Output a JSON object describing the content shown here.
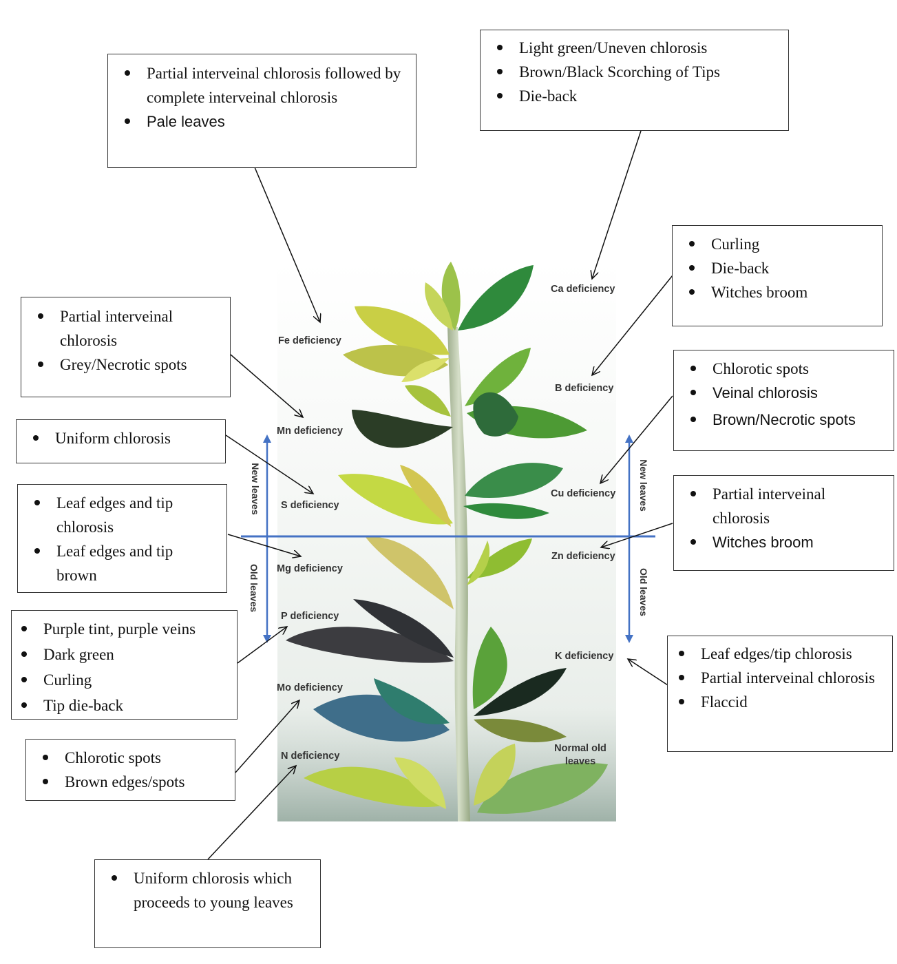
{
  "boxes": {
    "fe": {
      "items": [
        "Partial interveinal chlorosis followed by complete interveinal chlorosis",
        "Pale leaves"
      ]
    },
    "ca": {
      "items": [
        "Light green/Uneven chlorosis",
        "Brown/Black Scorching of Tips",
        "Die-back"
      ]
    },
    "b": {
      "items": [
        "Curling",
        "Die-back",
        "Witches broom"
      ]
    },
    "mn": {
      "items": [
        "Partial interveinal chlorosis",
        "Grey/Necrotic spots"
      ]
    },
    "cu": {
      "items": [
        "Chlorotic spots",
        "Veinal chlorosis",
        "Brown/Necrotic spots"
      ]
    },
    "s": {
      "items": [
        "Uniform chlorosis"
      ]
    },
    "zn": {
      "items": [
        "Partial interveinal chlorosis",
        "Witches broom"
      ]
    },
    "mg": {
      "items": [
        "Leaf edges and tip chlorosis",
        "Leaf edges and tip brown"
      ]
    },
    "p": {
      "items": [
        "Purple tint, purple veins",
        "Dark green",
        "Curling",
        "Tip die-back"
      ]
    },
    "k": {
      "items": [
        "Leaf edges/tip chlorosis",
        "Partial interveinal chlorosis",
        "Flaccid"
      ]
    },
    "mo": {
      "items": [
        "Chlorotic spots",
        "Brown edges/spots"
      ]
    },
    "n": {
      "items": [
        "Uniform chlorosis which proceeds to young leaves"
      ]
    }
  },
  "photo_labels": {
    "ca": "Ca deficiency",
    "fe": "Fe deficiency",
    "b": "B deficiency",
    "mn": "Mn deficiency",
    "s": "S deficiency",
    "cu": "Cu deficiency",
    "zn": "Zn deficiency",
    "mg": "Mg deficiency",
    "p": "P deficiency",
    "k": "K deficiency",
    "mo": "Mo deficiency",
    "n": "N deficiency",
    "normal": "Normal old leaves"
  },
  "axis_labels": {
    "new_left": "New leaves",
    "new_right": "New leaves",
    "old_left": "Old leaves",
    "old_right": "Old leaves"
  },
  "colors": {
    "axis_line": "#4472c4",
    "stem": "#b9c6a9"
  }
}
